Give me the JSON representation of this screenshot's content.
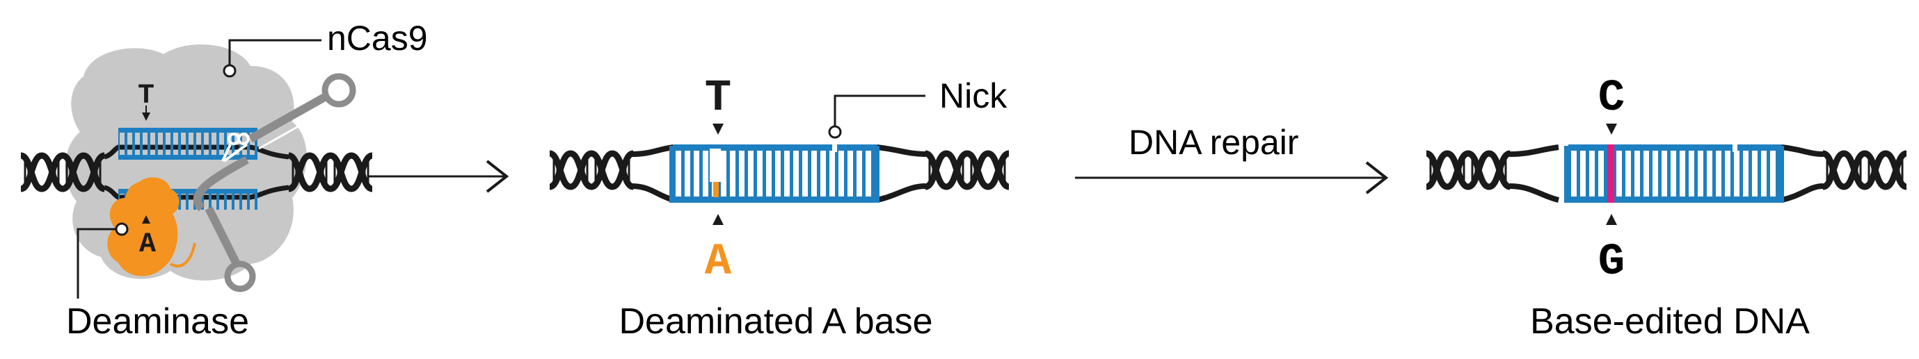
{
  "labels": {
    "protein": "nCas9",
    "enzyme": "Deaminase",
    "nick": "Nick",
    "step1_caption": "Deaminated A base",
    "repair": "DNA repair",
    "final_caption": "Base-edited DNA"
  },
  "bases": {
    "top_1": "T",
    "bottom_1": "A",
    "top_2": "T",
    "bottom_2": "A",
    "top_3": "C",
    "bottom_3": "G"
  },
  "colors": {
    "dna_backbone": "#1a1a1a",
    "edited_strand": "#1e7fc0",
    "deaminase": "#f4931f",
    "edited_base": "#e6197d",
    "cas9_body": "#c8c8c8",
    "guide_rna": "#8c8c8c"
  },
  "icons": [
    "scissors-icon",
    "arrow-icon"
  ]
}
